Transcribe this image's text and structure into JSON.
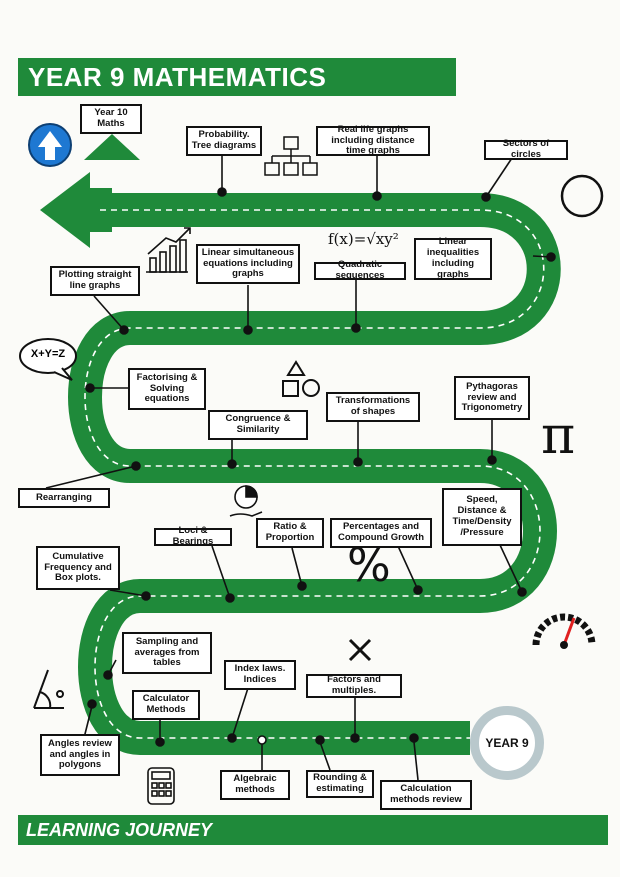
{
  "title": "YEAR 9  MATHEMATICS",
  "footer": "LEARNING JOURNEY",
  "start_label": "YEAR 9",
  "formula_text": "f(x)=√xy²",
  "equation_bubble": "X+Y=Z",
  "pi_symbol": "π",
  "percent_symbol": "%",
  "colors": {
    "road": "#1f8a3a",
    "banner": "#1f8a3a",
    "arrow_sign": "#1e78d2"
  },
  "topics": {
    "year10": "Year 10 Maths",
    "probability": "Probability. Tree diagrams",
    "real_life_graphs": "Real life graphs including distance time graphs",
    "sectors": "Sectors of circles",
    "straight_line": "Plotting straight line graphs",
    "simultaneous": "Linear simultaneous equations including graphs",
    "quadratic": "Quadratic sequences",
    "inequalities": "Linear inequalities including graphs",
    "factorising": "Factorising & Solving equations",
    "congruence": "Congruence & Similarity",
    "transformations": "Transformations of shapes",
    "pythagoras": "Pythagoras review and Trigonometry",
    "rearranging": "Rearranging",
    "loci": "Loci & Bearings",
    "ratio": "Ratio & Proportion",
    "percentages": "Percentages and Compound Growth",
    "speed": "Speed, Distance & Time/Density /Pressure",
    "cumulative": "Cumulative Frequency and Box plots.",
    "sampling": "Sampling and averages from tables",
    "index": "Index laws. Indices",
    "factors": "Factors and multiples.",
    "calculator": "Calculator Methods",
    "angles": "Angles review and angles in polygons",
    "algebraic": "Algebraic methods",
    "rounding": "Rounding & estimating",
    "calculation": "Calculation methods review"
  }
}
